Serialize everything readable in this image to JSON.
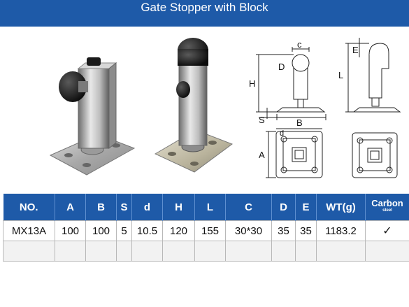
{
  "title": "Gate Stopper with Block",
  "diagram": {
    "labels": {
      "c": "c",
      "D": "D",
      "H": "H",
      "S": "S",
      "B": "B",
      "d": "d",
      "A": "A",
      "E": "E",
      "L": "L"
    }
  },
  "table": {
    "headers": [
      "NO.",
      "A",
      "B",
      "S",
      "d",
      "H",
      "L",
      "C",
      "D",
      "E",
      "WT(g)"
    ],
    "carbon_header": {
      "main": "Carbon",
      "sub": "steel"
    },
    "rows": [
      {
        "cells": [
          "MX13A",
          "100",
          "100",
          "5",
          "10.5",
          "120",
          "155",
          "30*30",
          "35",
          "35",
          "1183.2"
        ],
        "carbon": "✓"
      }
    ]
  },
  "colors": {
    "header_blue": "#1e5aa8",
    "row_alt": "#f2f2f2"
  }
}
